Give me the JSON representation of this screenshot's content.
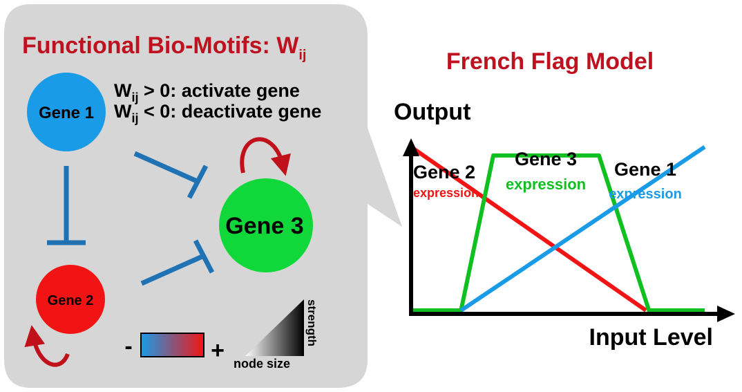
{
  "motifs": {
    "title": "Functional Bio-Motifs: W",
    "title_sub": "ij",
    "rule_active": {
      "w": "W",
      "sub": "ij",
      "text": " > 0: activate gene"
    },
    "rule_inactive": {
      "w": "W",
      "sub": "ij",
      "text": " < 0: deactivate gene"
    },
    "genes": [
      {
        "label": "Gene 1",
        "color": "#1a9be8"
      },
      {
        "label": "Gene 2",
        "color": "#f21414"
      },
      {
        "label": "Gene 3",
        "color": "#10d83a"
      }
    ],
    "legend": {
      "minus": "-",
      "plus": "+",
      "gradient_from": "#1a9be8",
      "gradient_to": "#f21414",
      "node_size": "node size",
      "strength": "strength"
    },
    "colors": {
      "panel": "#d6d6d6",
      "repression_edge": "#1f73b5",
      "activation_arrow": "#c0111b",
      "title": "#bf1220"
    }
  },
  "flag_model": {
    "title": "French Flag Model",
    "ylabel": "Output",
    "xlabel": "Input Level",
    "series_labels": [
      {
        "gene": "Gene 2",
        "expression": "expression",
        "color": "#f21414"
      },
      {
        "gene": "Gene 3",
        "expression": "expression",
        "color": "#10c020"
      },
      {
        "gene": "Gene 1",
        "expression": "expression",
        "color": "#1a9be8"
      }
    ]
  },
  "chart_data": {
    "type": "line",
    "title": "French Flag Model",
    "xlabel": "Input Level",
    "ylabel": "Output",
    "xlim": [
      0,
      10
    ],
    "ylim": [
      0,
      10
    ],
    "grid": false,
    "legend": "inline labels above lines",
    "series": [
      {
        "name": "Gene 2",
        "color": "#f21414",
        "x": [
          0,
          8
        ],
        "y": [
          9.5,
          0
        ]
      },
      {
        "name": "Gene 3",
        "color": "#10c020",
        "x": [
          0,
          1.7,
          2.8,
          6.4,
          8.1,
          10
        ],
        "y": [
          0,
          0,
          9,
          9,
          0,
          0
        ]
      },
      {
        "name": "Gene 1",
        "color": "#1a9be8",
        "x": [
          1.7,
          10
        ],
        "y": [
          0,
          9.5
        ]
      }
    ]
  }
}
